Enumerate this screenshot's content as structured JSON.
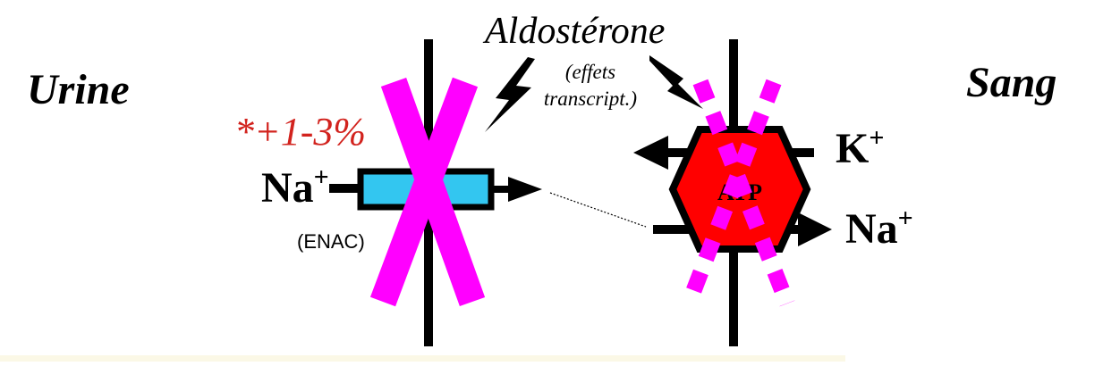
{
  "labels": {
    "urine": "Urine",
    "sang": "Sang",
    "aldosterone": "Aldostérone",
    "effets_line1": "(effets",
    "effets_line2": "transcript.)",
    "percent": "*+1-3%",
    "na_left": "Na",
    "na_left_sup": "+",
    "enac": "(ENAC)",
    "atp": "ATP",
    "k": "K",
    "k_sup": "+",
    "na_right": "Na",
    "na_right_sup": "+"
  },
  "colors": {
    "membrane": "#000000",
    "channel_fill": "#33c6f0",
    "cross": "#ff00ff",
    "pump_fill": "#ff0000",
    "percent_text": "#d2231e",
    "band": "#fbf8e6"
  },
  "icons": {
    "bolt": "lightning-bolt-icon",
    "cross": "inhibition-cross-icon"
  }
}
